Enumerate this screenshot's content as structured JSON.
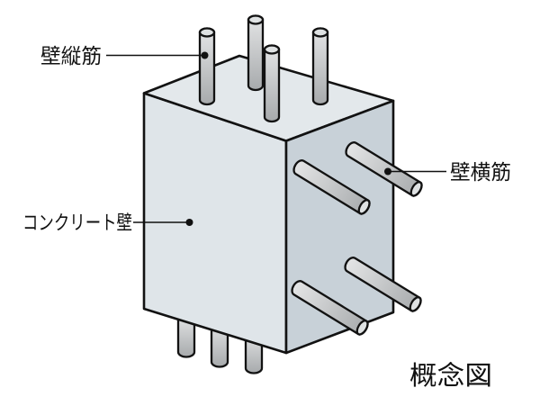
{
  "diagram": {
    "caption": "概念図",
    "labels": {
      "vertical_rebar": "壁縦筋",
      "horizontal_rebar": "壁横筋",
      "concrete_wall": "コンクリート壁"
    },
    "counts": {
      "top_vertical_bars": 4,
      "bottom_vertical_bars": 3,
      "side_horizontal_bars": 4
    },
    "colors": {
      "background": "#ffffff",
      "outline": "#121212",
      "front_face": "#dfe5e9",
      "top_face": "#e3e8eb",
      "right_face": "#c8d1d8",
      "bar_light": "#e4e5e6",
      "bar_dark": "#a7aaac",
      "bar_cap": "#dfe2e3",
      "leader": "#111111"
    }
  }
}
